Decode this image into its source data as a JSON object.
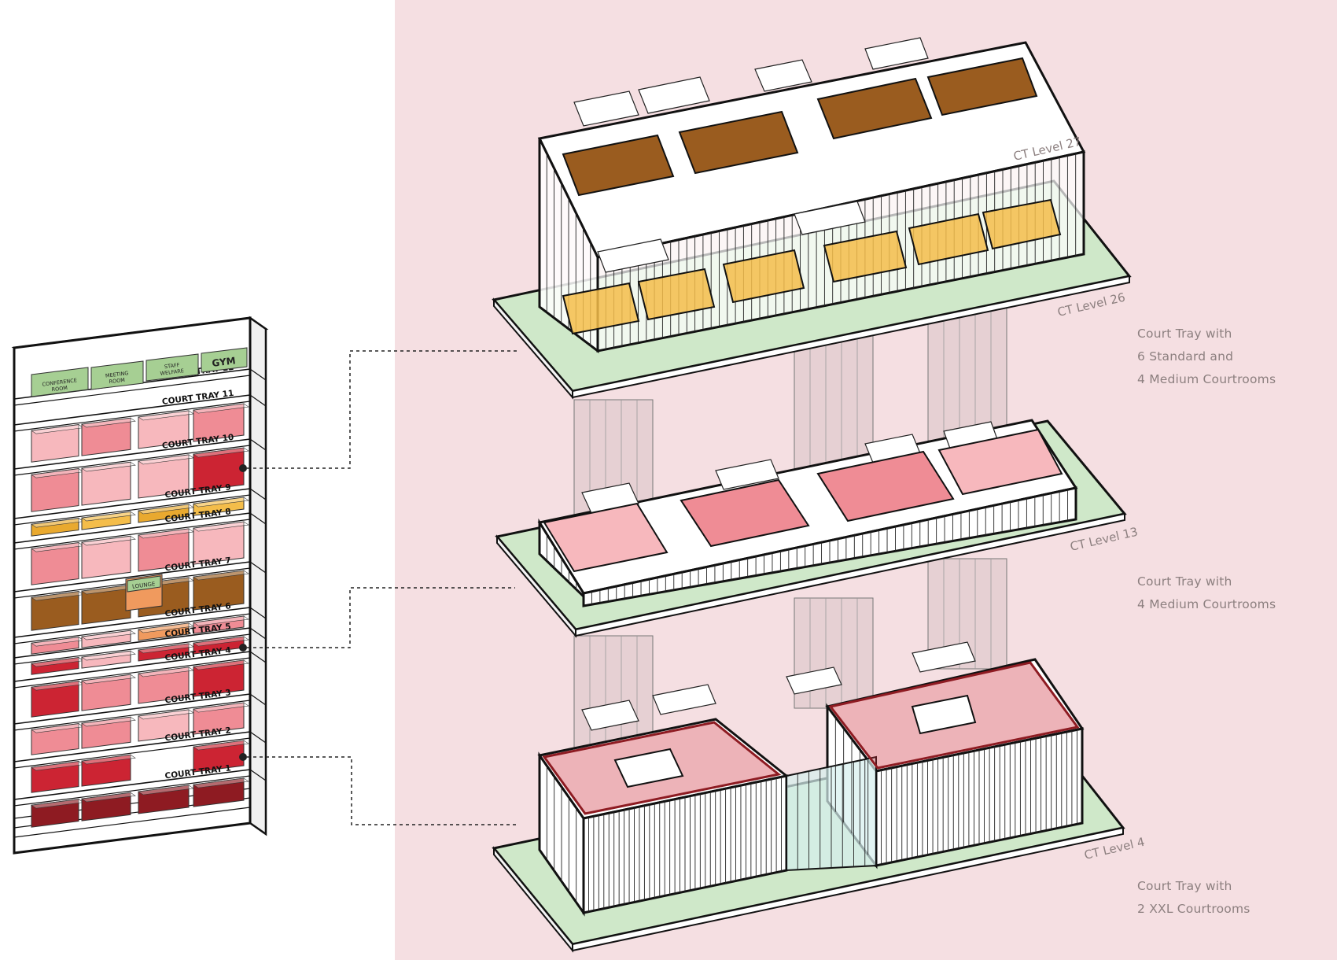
{
  "colors": {
    "background_panel": "#f5dfe2",
    "tray_green": "#cfe8c9",
    "brown": "#9a5c1f",
    "yellow": "#f4bd4a",
    "orange": "#e9a92f",
    "pink_light": "#f7b8bd",
    "pink_mid": "#ef8c95",
    "red": "#cc2433",
    "dark_red": "#8e1b22",
    "amenity_green": "#a6cf93"
  },
  "tower": {
    "trays": [
      {
        "label": "COURT TRAY 12"
      },
      {
        "label": "COURT TRAY 11"
      },
      {
        "label": "COURT TRAY 10"
      },
      {
        "label": "COURT TRAY 9"
      },
      {
        "label": "COURT TRAY 8"
      },
      {
        "label": "COURT TRAY 7"
      },
      {
        "label": "COURT TRAY 6"
      },
      {
        "label": "COURT TRAY 5"
      },
      {
        "label": "COURT TRAY 4"
      },
      {
        "label": "COURT TRAY 3"
      },
      {
        "label": "COURT TRAY 2"
      },
      {
        "label": "COURT TRAY 1"
      }
    ],
    "amenities": {
      "conference_line1": "CONFERENCE",
      "conference_line2": "ROOM",
      "meeting_line1": "MEETING",
      "meeting_line2": "ROOM",
      "staff_line1": "STAFF",
      "staff_line2": "WELFARE",
      "gym": "GYM",
      "lounge": "LOUNGE"
    }
  },
  "levels": [
    {
      "upper_label": "CT Level 27",
      "label": "CT Level 26"
    },
    {
      "label": "CT Level 13"
    },
    {
      "label": "CT Level 4"
    }
  ],
  "captions": [
    {
      "lines": [
        "Court Tray with",
        "6 Standard and",
        "4 Medium Courtrooms"
      ]
    },
    {
      "lines": [
        "Court Tray with",
        "4 Medium Courtrooms"
      ]
    },
    {
      "lines": [
        "Court Tray with",
        "2 XXL Courtrooms"
      ]
    }
  ]
}
